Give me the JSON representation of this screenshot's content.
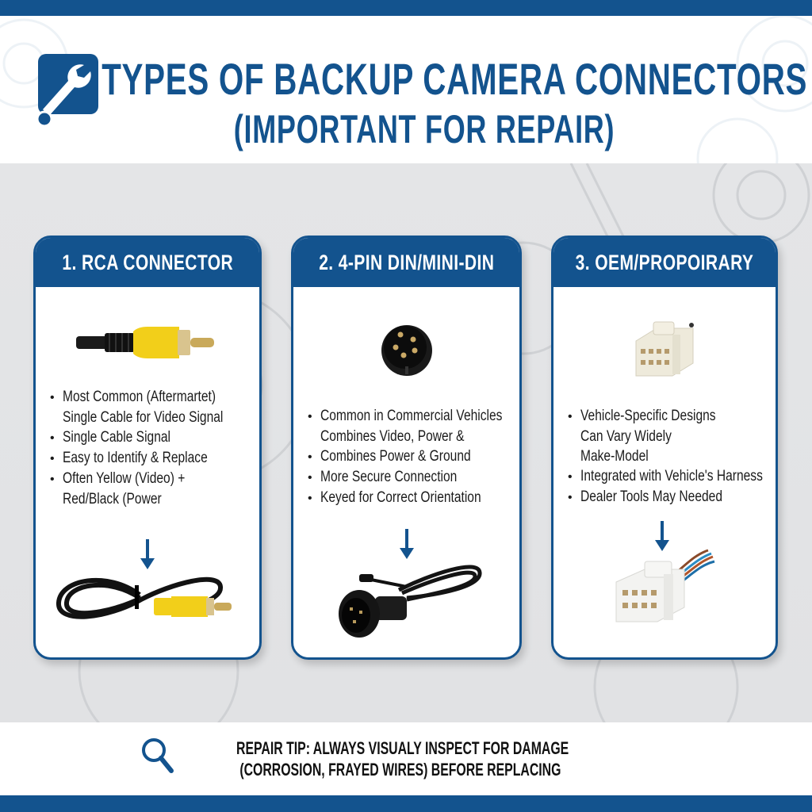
{
  "header": {
    "title_line1": "TYPES OF BACKUP CAMERA CONNECTORS",
    "title_line2": "(IMPORTANT FOR REPAIR)",
    "logo_icon": "wrench-icon"
  },
  "colors": {
    "brand_blue": "#13538e",
    "background_gray": "#e4e5e7",
    "card_white": "#ffffff",
    "text_dark": "#1b1b1b",
    "rca_yellow": "#f2cf1a"
  },
  "cards": [
    {
      "title": "1. RCA CONNECTOR",
      "top_image": "rca-plug-image",
      "bullets": [
        {
          "text": "Most Common (Aftermartet)",
          "bullet": true
        },
        {
          "text": "Single Cable for Video Signal",
          "bullet": false
        },
        {
          "text": "Single Cable Signal",
          "bullet": true
        },
        {
          "text": "Easy to Identify & Replace",
          "bullet": true
        },
        {
          "text": "Often Yellow (Video) +",
          "bullet": true
        },
        {
          "text": "Red/Black (Power",
          "bullet": false
        }
      ],
      "arrow_icon": "arrow-down-icon",
      "bottom_image": "rca-cable-coil-image"
    },
    {
      "title": "2. 4-PIN DIN/MINI-DIN",
      "top_image": "din-connector-image",
      "bullets": [
        {
          "text": "Common in Commercial Vehicles",
          "bullet": true
        },
        {
          "text": "Combines Video, Power &",
          "bullet": false
        },
        {
          "text": "Combines Power & Ground",
          "bullet": true
        },
        {
          "text": "More Secure Connection",
          "bullet": true
        },
        {
          "text": "Keyed for Correct Orientation",
          "bullet": true
        }
      ],
      "arrow_icon": "arrow-down-icon",
      "bottom_image": "din-cable-coil-image"
    },
    {
      "title": "3. OEM/PROPOIRARY",
      "top_image": "oem-plug-image",
      "bullets": [
        {
          "text": "Vehicle-Specific Designs",
          "bullet": true
        },
        {
          "text": "Can Vary Widely",
          "bullet": false
        },
        {
          "text": "Make-Model",
          "bullet": false
        },
        {
          "text": "Integrated with Vehicle's Harness",
          "bullet": true
        },
        {
          "text": "Dealer Tools May Needed",
          "bullet": true
        }
      ],
      "arrow_icon": "arrow-down-icon",
      "bottom_image": "oem-harness-plug-image"
    }
  ],
  "tip": {
    "icon": "magnifier-icon",
    "line1": "REPAIR TIP: ALWAYS VISUALY INSPECT FOR DAMAGE",
    "line2": "(CORROSION, FRAYED WIRES) BEFORE REPLACING"
  }
}
